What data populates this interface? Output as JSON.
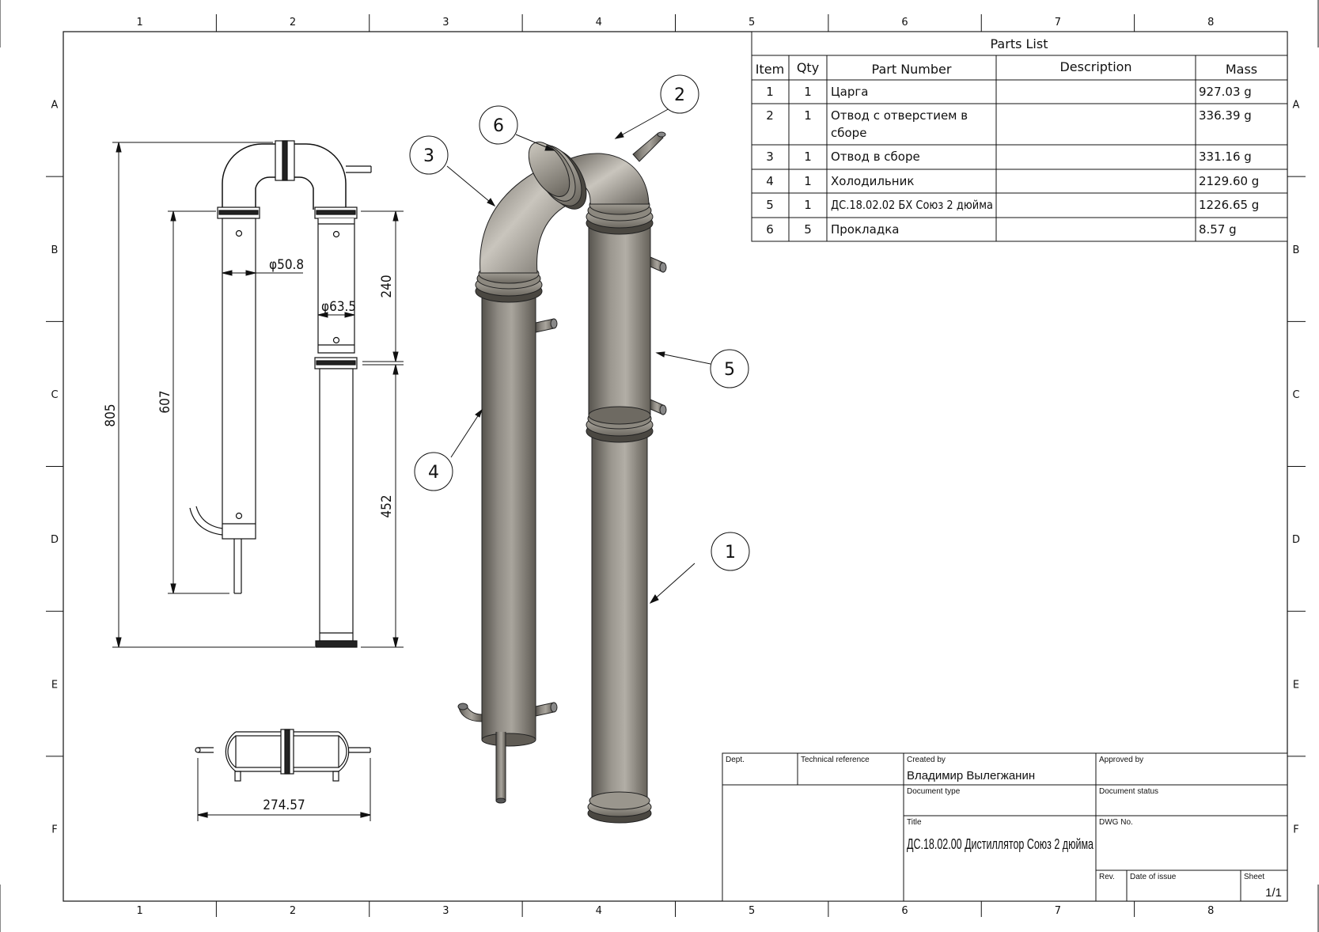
{
  "zone_columns": [
    "1",
    "2",
    "3",
    "4",
    "5",
    "6",
    "7",
    "8"
  ],
  "zone_rows": [
    "A",
    "B",
    "C",
    "D",
    "E",
    "F"
  ],
  "dimensions": {
    "overall_height": "805",
    "inner_height": "607",
    "dia_small": "φ50.8",
    "dia_large": "φ63.5",
    "upper_section": "240",
    "lower_section": "452",
    "width": "274.57"
  },
  "balloons": [
    "1",
    "2",
    "3",
    "4",
    "5",
    "6"
  ],
  "parts_list": {
    "title": "Parts List",
    "headers": [
      "Item",
      "Qty",
      "Part Number",
      "Description",
      "Mass"
    ],
    "rows": [
      {
        "item": "1",
        "qty": "1",
        "part": "Царга",
        "part2": "",
        "desc": "",
        "mass": "927.03 g"
      },
      {
        "item": "2",
        "qty": "1",
        "part": "Отвод с отверстием в",
        "part2": "сборе",
        "desc": "",
        "mass": "336.39 g"
      },
      {
        "item": "3",
        "qty": "1",
        "part": "Отвод в сборе",
        "part2": "",
        "desc": "",
        "mass": "331.16 g"
      },
      {
        "item": "4",
        "qty": "1",
        "part": "Холодильник",
        "part2": "",
        "desc": "",
        "mass": "2129.60 g"
      },
      {
        "item": "5",
        "qty": "1",
        "part": "ДС.18.02.02 БХ Союз 2 дюйма",
        "part2": "",
        "desc": "",
        "mass": "1226.65 g"
      },
      {
        "item": "6",
        "qty": "5",
        "part": "Прокладка",
        "part2": "",
        "desc": "",
        "mass": "8.57 g"
      }
    ]
  },
  "title_block": {
    "dept_label": "Dept.",
    "tech_ref_label": "Technical reference",
    "created_by_label": "Created by",
    "created_by": "Владимир Вылегжанин",
    "approved_by_label": "Approved by",
    "doc_type_label": "Document type",
    "doc_status_label": "Document status",
    "title_label": "Title",
    "title": "ДС.18.02.00 Дистиллятор Союз 2 дюйма",
    "dwg_label": "DWG No.",
    "rev_label": "Rev.",
    "date_label": "Date of issue",
    "sheet_label": "Sheet",
    "sheet": "1/1"
  }
}
